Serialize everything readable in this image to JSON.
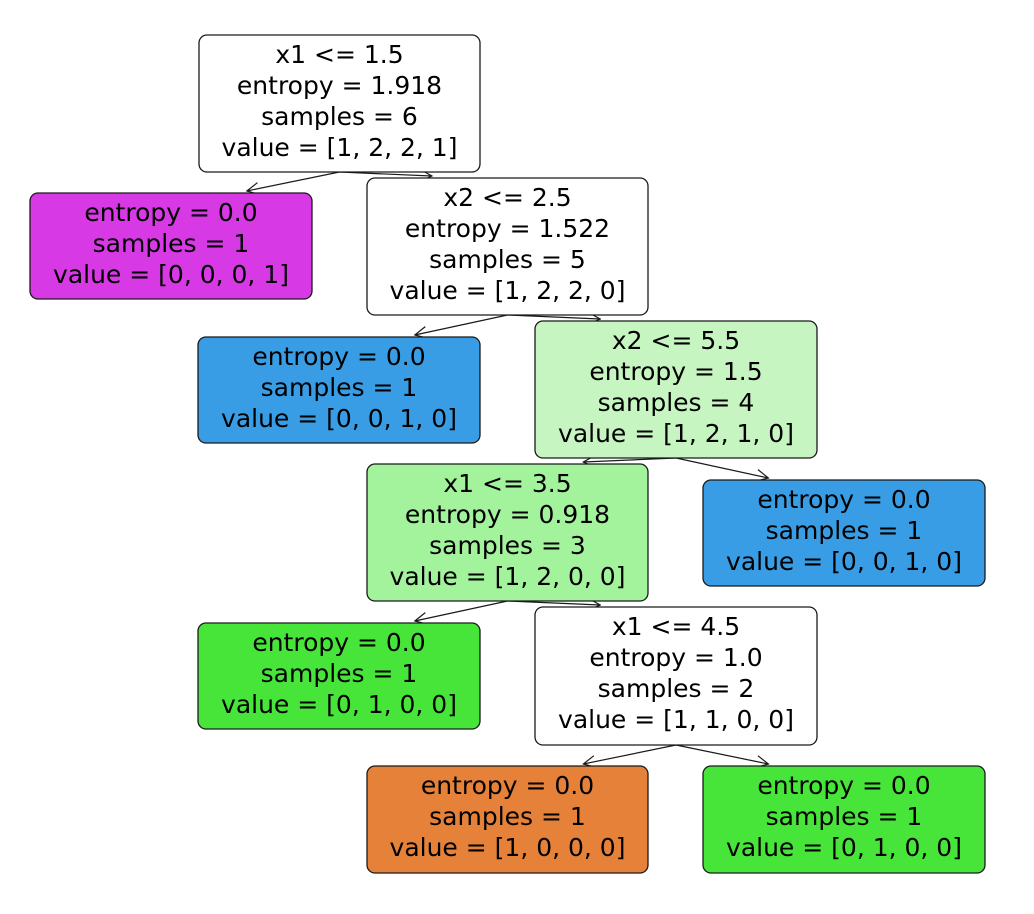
{
  "tree": {
    "nodes": [
      {
        "id": "n0",
        "lines": [
          "x1 <= 1.5",
          "entropy = 1.918",
          "samples = 6",
          "value = [1, 2, 2, 1]"
        ],
        "color": "#ffffff"
      },
      {
        "id": "n1",
        "lines": [
          "entropy = 0.0",
          "samples = 1",
          "value = [0, 0, 0, 1]"
        ],
        "color": "#d739e5"
      },
      {
        "id": "n2",
        "lines": [
          "x2 <= 2.5",
          "entropy = 1.522",
          "samples = 5",
          "value = [1, 2, 2, 0]"
        ],
        "color": "#ffffff"
      },
      {
        "id": "n3",
        "lines": [
          "entropy = 0.0",
          "samples = 1",
          "value = [0, 0, 1, 0]"
        ],
        "color": "#399de5"
      },
      {
        "id": "n4",
        "lines": [
          "x2 <= 5.5",
          "entropy = 1.5",
          "samples = 4",
          "value = [1, 2, 1, 0]"
        ],
        "color": "#c6f5c2"
      },
      {
        "id": "n5",
        "lines": [
          "x1 <= 3.5",
          "entropy = 0.918",
          "samples = 3",
          "value = [1, 2, 0, 0]"
        ],
        "color": "#a3f29c"
      },
      {
        "id": "n6",
        "lines": [
          "entropy = 0.0",
          "samples = 1",
          "value = [0, 0, 1, 0]"
        ],
        "color": "#399de5"
      },
      {
        "id": "n7",
        "lines": [
          "entropy = 0.0",
          "samples = 1",
          "value = [0, 1, 0, 0]"
        ],
        "color": "#47e539"
      },
      {
        "id": "n8",
        "lines": [
          "x1 <= 4.5",
          "entropy = 1.0",
          "samples = 2",
          "value = [1, 1, 0, 0]"
        ],
        "color": "#ffffff"
      },
      {
        "id": "n9",
        "lines": [
          "entropy = 0.0",
          "samples = 1",
          "value = [1, 0, 0, 0]"
        ],
        "color": "#e58139"
      },
      {
        "id": "n10",
        "lines": [
          "entropy = 0.0",
          "samples = 1",
          "value = [0, 1, 0, 0]"
        ],
        "color": "#47e539"
      }
    ],
    "edges": [
      {
        "from": "n0",
        "to": "n1"
      },
      {
        "from": "n0",
        "to": "n2"
      },
      {
        "from": "n2",
        "to": "n3"
      },
      {
        "from": "n2",
        "to": "n4"
      },
      {
        "from": "n4",
        "to": "n5"
      },
      {
        "from": "n4",
        "to": "n6"
      },
      {
        "from": "n5",
        "to": "n7"
      },
      {
        "from": "n5",
        "to": "n8"
      },
      {
        "from": "n8",
        "to": "n9"
      },
      {
        "from": "n8",
        "to": "n10"
      }
    ]
  }
}
